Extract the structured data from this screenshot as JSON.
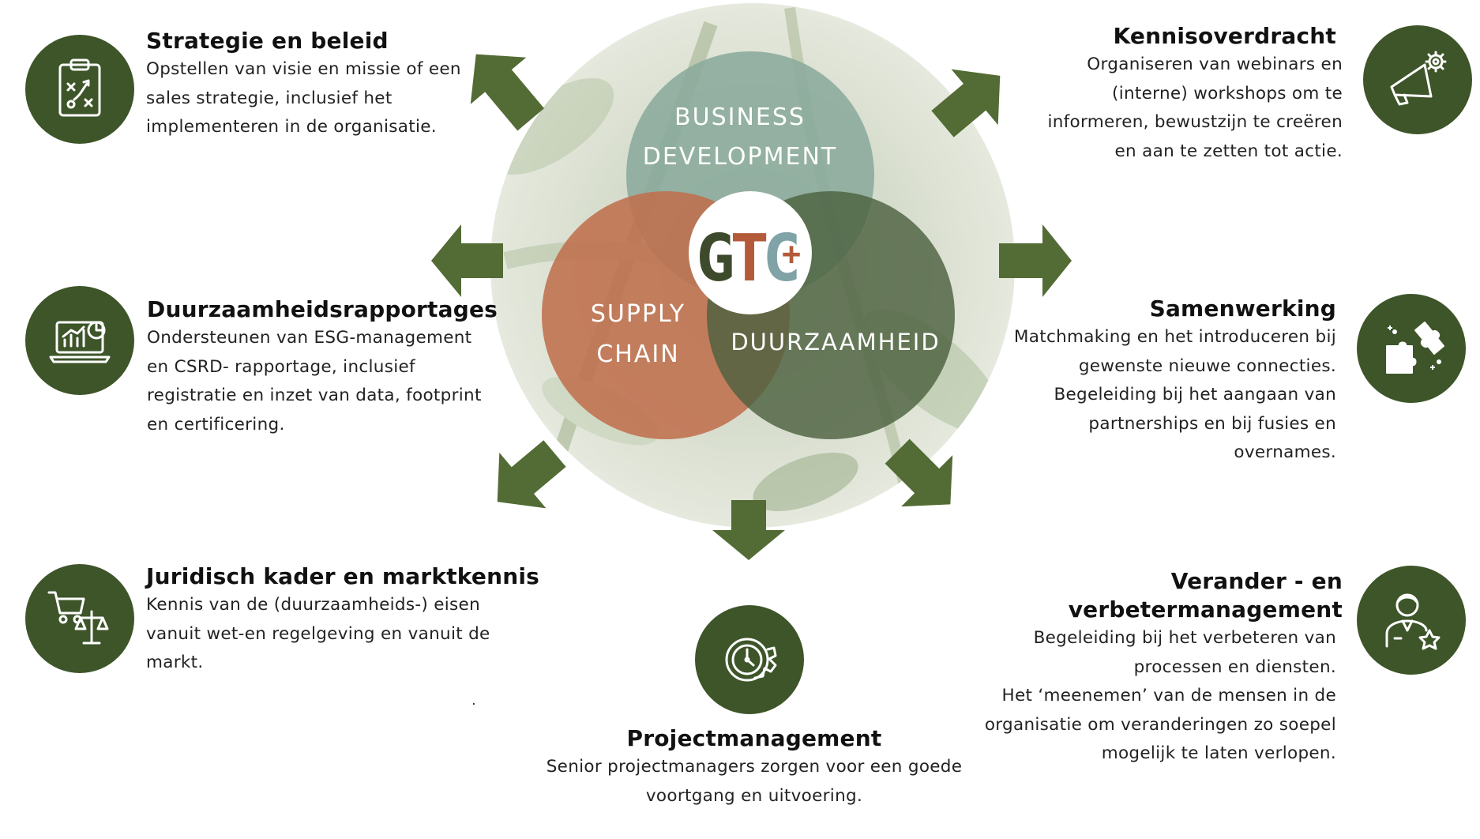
{
  "center": {
    "venn": {
      "top": [
        "BUSINESS",
        "DEVELOPMENT"
      ],
      "left": [
        "SUPPLY",
        "CHAIN"
      ],
      "right": "DUURZAAMHEID"
    },
    "logo": {
      "letters": [
        "G",
        "T",
        "C",
        "+"
      ]
    }
  },
  "colors": {
    "accent": "#3d5529",
    "arrow": "#536b34",
    "business": "#8aaa9c",
    "supply": "#bf6f4d",
    "duurzaam": "#4d6140"
  },
  "services": {
    "strategie": {
      "icon": "strategy-clipboard-icon",
      "title": "Strategie en beleid",
      "lines": [
        "Opstellen van visie en missie of een",
        "sales strategie, inclusief het",
        "implementeren in de organisatie."
      ]
    },
    "rapportage": {
      "icon": "laptop-report-icon",
      "title": "Duurzaamheidsrapportages",
      "lines": [
        "Ondersteunen van ESG-management",
        "en CSRD- rapportage, inclusief",
        "registratie en inzet van data, footprint",
        "en certificering."
      ]
    },
    "juridisch": {
      "icon": "cart-scales-icon",
      "title": "Juridisch kader en marktkennis",
      "lines": [
        "Kennis van de (duurzaamheids-) eisen",
        "vanuit wet-en regelgeving en vanuit de",
        "markt."
      ],
      "extra": "."
    },
    "project": {
      "icon": "clock-gear-icon",
      "title": "Projectmanagement",
      "lines": [
        "Senior projectmanagers zorgen voor een goede",
        "voortgang en uitvoering."
      ]
    },
    "kennis": {
      "icon": "megaphone-gear-icon",
      "title": "Kennisoverdracht",
      "lines": [
        "Organiseren van webinars en",
        "(interne) workshops om te",
        "informeren, bewustzijn te creëren",
        "en aan te zetten tot actie."
      ]
    },
    "samenwerking": {
      "icon": "puzzle-icon",
      "title": "Samenwerking",
      "lines": [
        "Matchmaking en het introduceren bij",
        "gewenste nieuwe connecties.",
        "Begeleiding bij het aangaan van",
        "partnerships en bij fusies en",
        "overnames."
      ]
    },
    "verander": {
      "icon": "person-star-icon",
      "title": "Verander - en verbetermanagement",
      "lines": [
        "Begeleiding bij het verbeteren van",
        "processen en diensten.",
        "Het ‘meenemen’ van de mensen in de",
        "organisatie om veranderingen zo soepel",
        "mogelijk te laten verlopen."
      ]
    }
  }
}
